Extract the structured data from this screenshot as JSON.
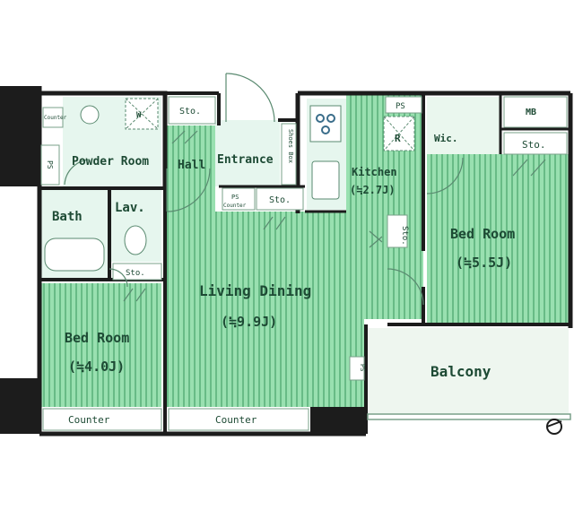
{
  "floorplan": {
    "rooms": {
      "powder_room": "Powder Room",
      "counter_top_left": "Counter",
      "ps_left": "PS",
      "washer": "W",
      "bath": "Bath",
      "lav": "Lav.",
      "sto_lav": "Sto.",
      "hall": "Hall",
      "sto_hall": "Sto.",
      "entrance": "Entrance",
      "shoes_box": "Shoes Box",
      "ps_entrance": "PS",
      "counter_entrance": "Counter",
      "sto_entrance": "Sto.",
      "living_dining": "Living Dining",
      "living_dining_size": "(≒9.9J)",
      "kitchen": "Kitchen",
      "kitchen_size": "(≒2.7J)",
      "fridge": "R",
      "ps_kitchen": "PS",
      "sto_kitchen": "Sto.",
      "wic": "Wic.",
      "mb": "MB",
      "sto_bed_right": "Sto.",
      "bed_room_right": "Bed Room",
      "bed_room_right_size": "(≒5.5J)",
      "bed_room_left": "Bed Room",
      "bed_room_left_size": "(≒4.0J)",
      "counter_bed_left": "Counter",
      "counter_living": "Counter",
      "balcony": "Balcony",
      "ps_balcony": "PS"
    },
    "colors": {
      "room_fill": "#99e0b0",
      "stripe": "#5fb27e",
      "wall": "#1c1c1c",
      "wet_area": "#e6f6ee",
      "balcony": "#eef6ef",
      "text": "#1d4a34"
    }
  }
}
